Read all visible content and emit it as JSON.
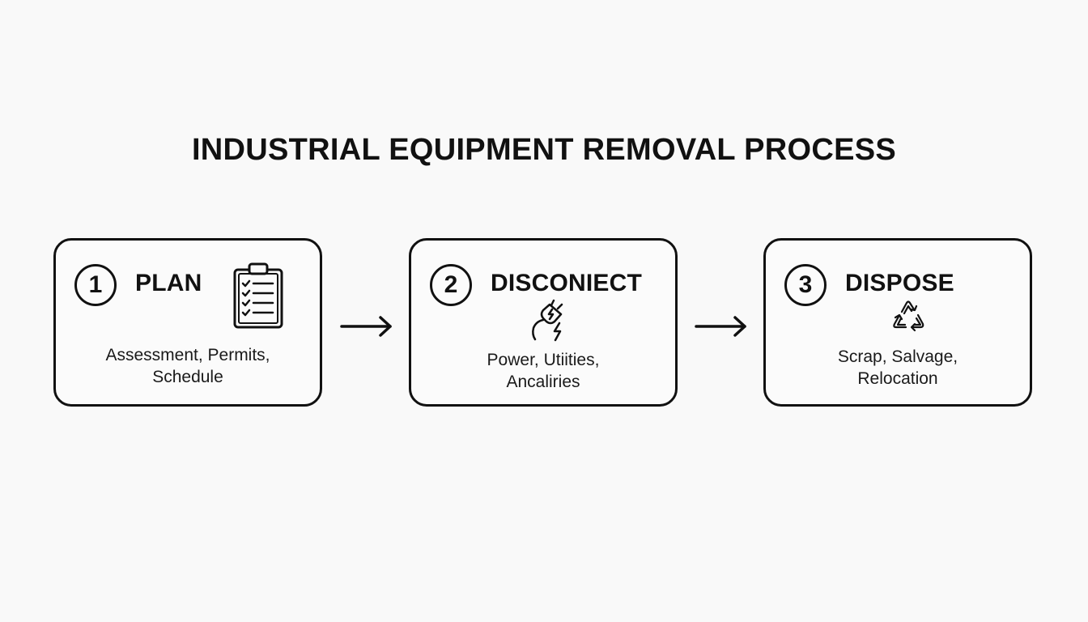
{
  "title": "INDUSTRIAL EQUIPMENT REMOVAL PROCESS",
  "steps": [
    {
      "number": "1",
      "title": "PLAN",
      "icon": "clipboard-checklist-icon",
      "description": [
        "Assessment, Permits,",
        "Schedule"
      ]
    },
    {
      "number": "2",
      "title": "DISCONIECT",
      "icon": "electric-plug-icon",
      "description": [
        "Power, Utiities,",
        "Ancaliries"
      ]
    },
    {
      "number": "3",
      "title": "DISPOSE",
      "icon": "recycle-icon",
      "description": [
        "Scrap, Salvage,",
        "Relocation"
      ]
    }
  ],
  "colors": {
    "background": "#f9f9f9",
    "stroke": "#111111"
  }
}
